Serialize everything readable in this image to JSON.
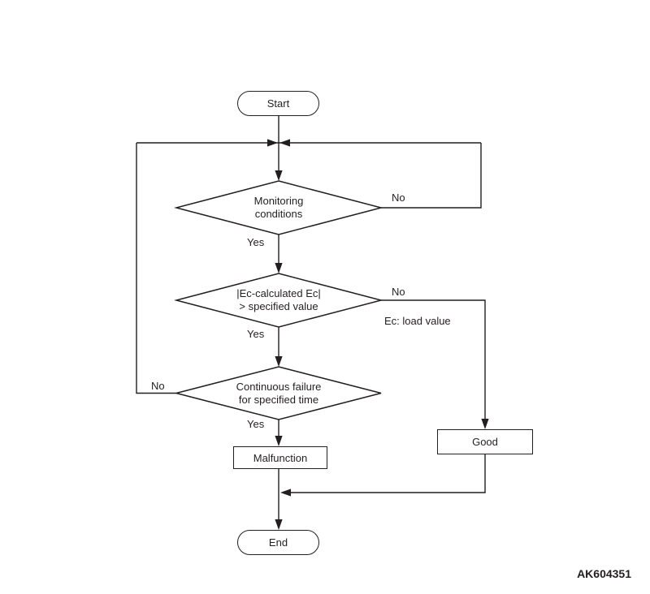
{
  "diagram": {
    "code": "AK604351",
    "nodes": {
      "start": "Start",
      "monitoring": "Monitoring\nconditions",
      "ec_check": "|Ec-calculated Ec|\n> specified value",
      "continuous": "Continuous failure\nfor specified time",
      "malfunction": "Malfunction",
      "good": "Good",
      "end": "End"
    },
    "edge_labels": {
      "monitoring_no": "No",
      "monitoring_yes": "Yes",
      "ec_no": "No",
      "ec_yes": "Yes",
      "continuous_no": "No",
      "continuous_yes": "Yes"
    },
    "annotations": {
      "ec_note": "Ec: load value"
    },
    "colors": {
      "line": "#231f20",
      "background": "#ffffff"
    }
  }
}
